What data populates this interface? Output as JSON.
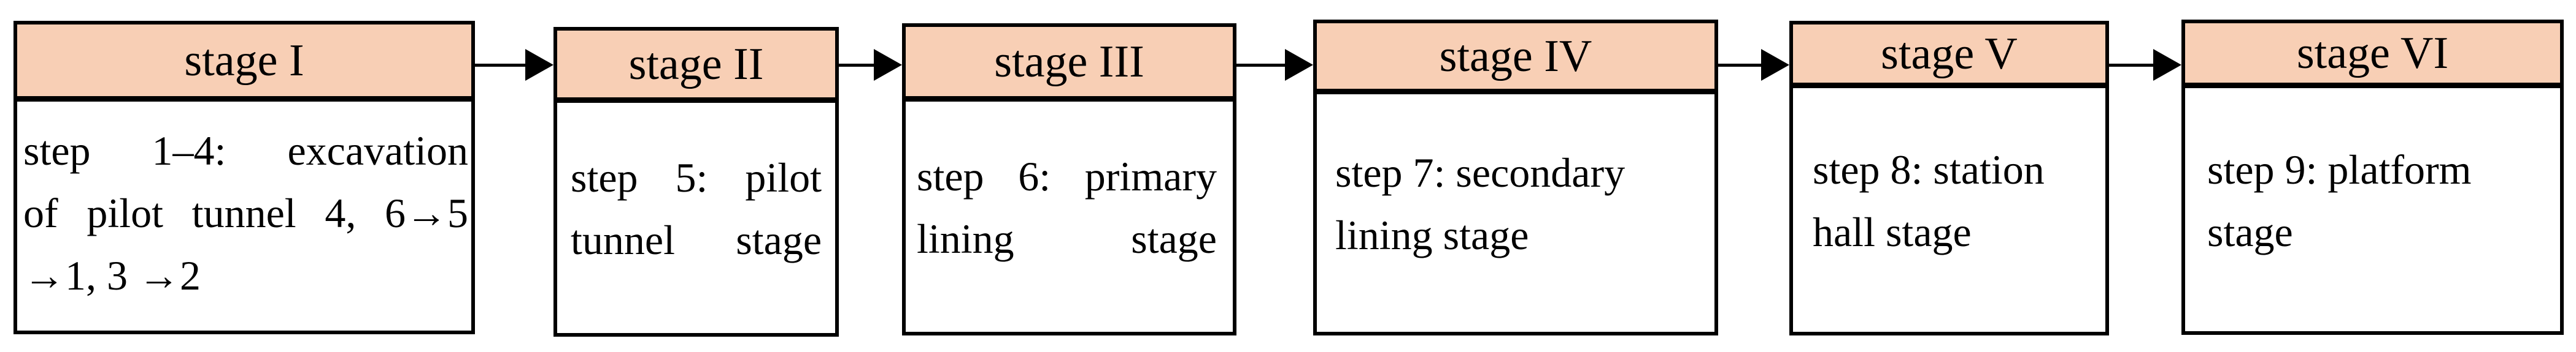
{
  "colors": {
    "header_fill": "#f8cfb5",
    "body_fill": "#ffffff",
    "border": "#000000",
    "text": "#000000",
    "arrow": "#000000",
    "background": "#ffffff"
  },
  "stages": [
    {
      "header": "stage I",
      "body_lines": [
        "step 1–4: excavation",
        "of pilot tunnel 4, 6→5",
        "→1, 3 →2"
      ]
    },
    {
      "header": "stage II",
      "body_lines": [
        "step 5: pilot",
        "tunnel stage"
      ]
    },
    {
      "header": "stage III",
      "body_lines": [
        "step 6: primary",
        "lining stage"
      ]
    },
    {
      "header": "stage IV",
      "body_lines": [
        "step 7: secondary",
        "lining stage"
      ]
    },
    {
      "header": "stage V",
      "body_lines": [
        "step 8: station",
        "hall stage"
      ]
    },
    {
      "header": "stage VI",
      "body_lines": [
        "step 9: platform",
        "stage"
      ]
    }
  ],
  "arrows": {
    "count": 5,
    "direction": "right"
  }
}
